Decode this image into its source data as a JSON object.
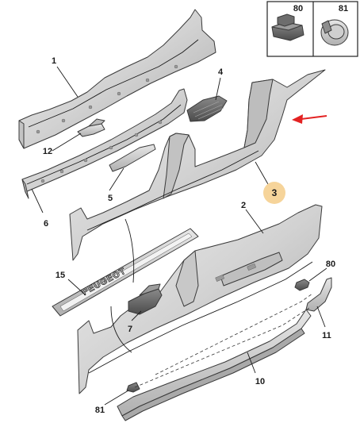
{
  "inset": {
    "items": [
      {
        "label": "80",
        "part_icon": "clip-block-icon"
      },
      {
        "label": "81",
        "part_icon": "round-clip-icon"
      }
    ]
  },
  "callouts": {
    "c1": "1",
    "c2": "2",
    "c3": "3",
    "c4": "4",
    "c5": "5",
    "c6": "6",
    "c7": "7",
    "c10": "10",
    "c11": "11",
    "c12": "12",
    "c15": "15",
    "c80": "80",
    "c81": "81"
  },
  "sill_plate_text": "PEUGEOT",
  "colors": {
    "part_fill": "#d6d6d6",
    "part_shade": "#b9b9b9",
    "arrow": "#e32222",
    "highlight": "#f6d49a"
  }
}
